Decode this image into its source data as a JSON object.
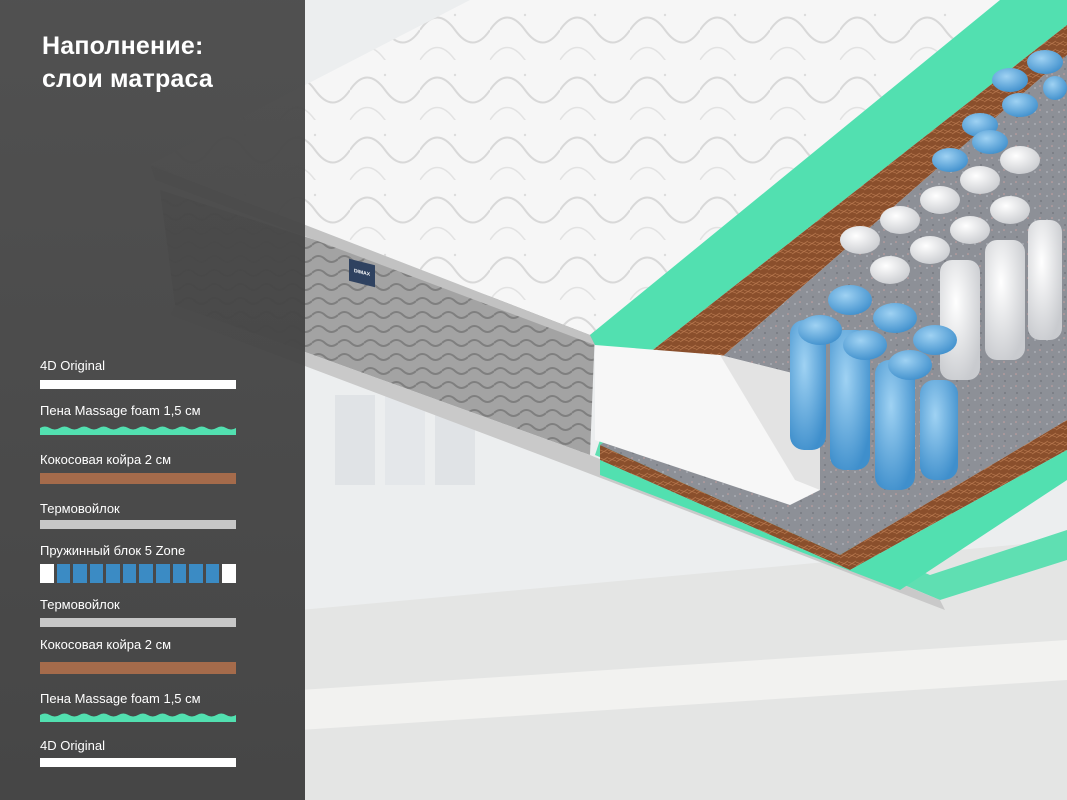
{
  "title": {
    "line1": "Наполнение:",
    "line2": "слои матраса"
  },
  "brand_tag": "DIMAX",
  "layers": [
    {
      "label": "4D Original",
      "kind": "white"
    },
    {
      "label": "Пена Massage foam 1,5 см",
      "kind": "foam"
    },
    {
      "label": "Кокосовая койра 2 см",
      "kind": "coir"
    },
    {
      "label": "Термовойлок",
      "kind": "felt"
    },
    {
      "label": "Пружинный блок 5 Zone",
      "kind": "springs"
    },
    {
      "label": "Термовойлок",
      "kind": "felt"
    },
    {
      "label": "Кокосовая койра 2 см",
      "kind": "coir"
    },
    {
      "label": "Пена Massage foam 1,5 см",
      "kind": "foam"
    },
    {
      "label": "4D Original",
      "kind": "white"
    }
  ],
  "colors": {
    "panel": "#474747",
    "foam": "#52e0b0",
    "coir": "#a56b4b",
    "felt": "#c7c7c7",
    "spring_blue": "#3b8bc4",
    "cover": "#f4f4f4",
    "side": "#9c9c9c"
  }
}
